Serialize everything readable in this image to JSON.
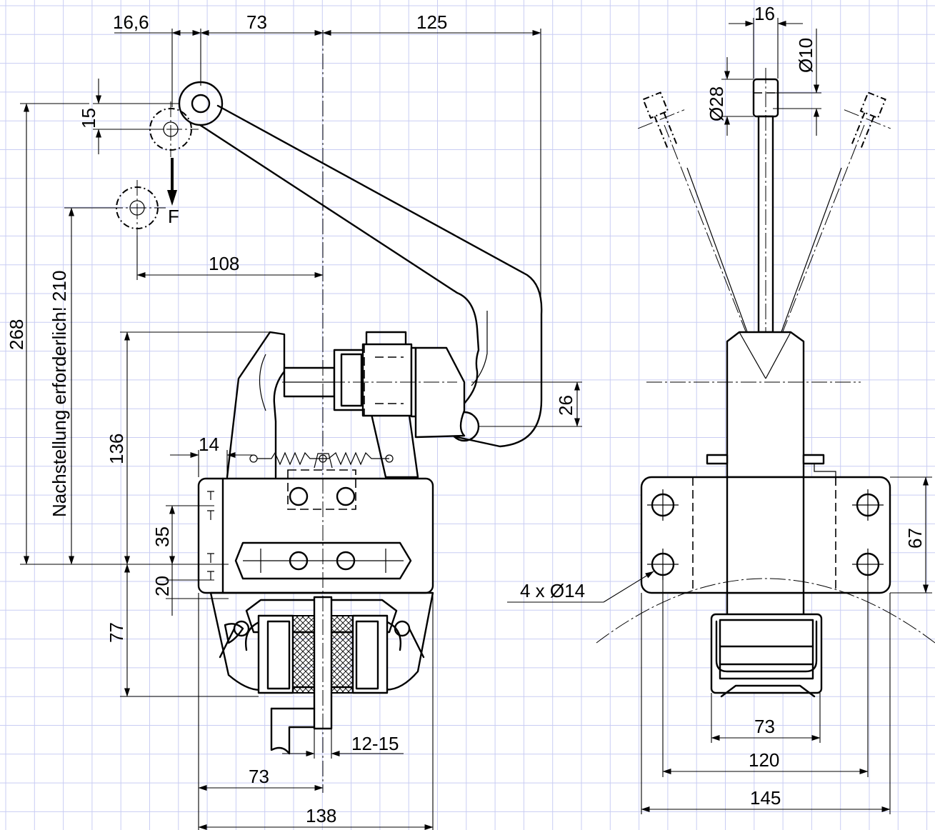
{
  "drawing": {
    "colors": {
      "grid": "#c9cdf3",
      "line": "#000000",
      "background": "#ffffff"
    },
    "side_view": {
      "dim_16_6": "16,6",
      "dim_73_top": "73",
      "dim_125": "125",
      "dim_15": "15",
      "force_label": "F",
      "dim_108": "108",
      "dim_268": "268",
      "note_210": "Nachstellung erforderlich! 210",
      "dim_136": "136",
      "dim_26": "26",
      "dim_14": "14",
      "dim_35": "35",
      "dim_20": "20",
      "dim_77": "77",
      "dim_12_15": "12-15",
      "dim_73_bottom": "73",
      "dim_138": "138"
    },
    "front_view": {
      "dim_16": "16",
      "dim_d10": "Ø10",
      "dim_d28": "Ø28",
      "dim_67": "67",
      "hole_label": "4 x Ø14",
      "dim_73": "73",
      "dim_120": "120",
      "dim_145": "145"
    }
  }
}
